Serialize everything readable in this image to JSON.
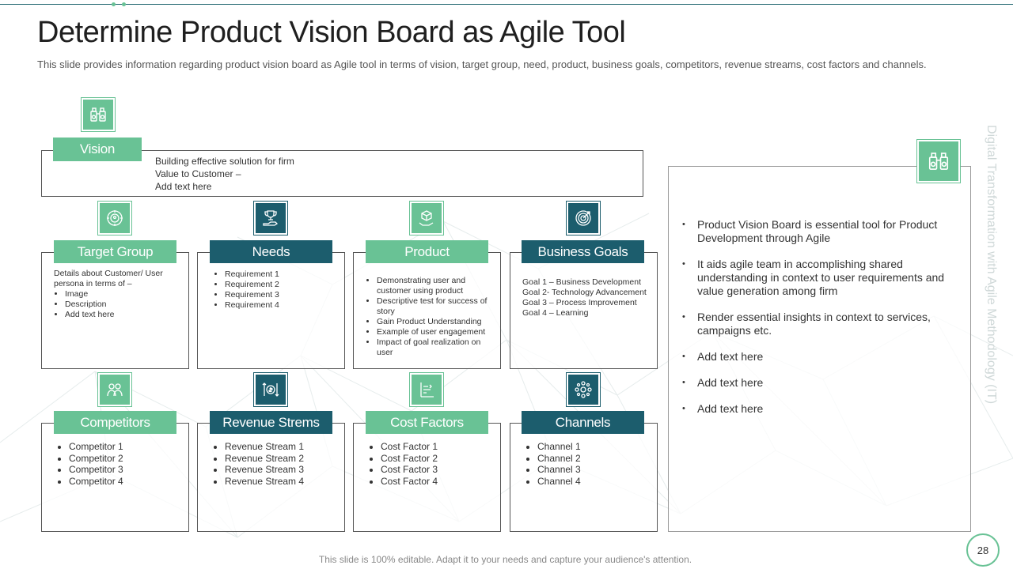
{
  "title": "Determine Product Vision Board as Agile Tool",
  "subtitle": "This slide provides information regarding product vision board as Agile tool in terms of vision, target group, need, product, business goals, competitors, revenue streams, cost factors and channels.",
  "vision": {
    "label": "Vision",
    "icon": "binoculars-icon",
    "lines": [
      "Building effective  solution for firm",
      "Value to Customer –",
      "Add text here"
    ]
  },
  "row1": [
    {
      "label": "Target Group",
      "icon": "team-target-icon",
      "intro": "Details about Customer/ User persona in terms of –",
      "items": [
        "Image",
        "Description",
        "Add text here"
      ]
    },
    {
      "label": "Needs",
      "icon": "trophy-hand-icon",
      "items": [
        "Requirement 1",
        "Requirement 2",
        "Requirement 3",
        "Requirement 4"
      ]
    },
    {
      "label": "Product",
      "icon": "box-hand-icon",
      "items": [
        "Demonstrating user and customer using product",
        "Descriptive test for success of story",
        "Gain Product Understanding",
        "Example  of user engagement",
        "Impact of goal realization on user"
      ]
    },
    {
      "label": "Business Goals",
      "icon": "target-icon",
      "lines": [
        "Goal 1 – Business Development",
        "Goal 2- Technology Advancement",
        "Goal 3 – Process Improvement",
        "Goal 4 – Learning"
      ]
    }
  ],
  "row2": [
    {
      "label": "Competitors",
      "icon": "competitors-icon",
      "items": [
        "Competitor 1",
        "Competitor 2",
        "Competitor 3",
        "Competitor 4"
      ]
    },
    {
      "label": "Revenue Strems",
      "icon": "revenue-icon",
      "items": [
        "Revenue Stream 1",
        "Revenue Stream 2",
        "Revenue Stream 3",
        "Revenue Stream 4"
      ]
    },
    {
      "label": "Cost Factors",
      "icon": "cost-factors-icon",
      "items": [
        "Cost Factor 1",
        "Cost Factor 2",
        "Cost Factor 3",
        "Cost Factor 4"
      ]
    },
    {
      "label": "Channels",
      "icon": "network-icon",
      "items": [
        "Channel 1",
        "Channel 2",
        "Channel 3",
        "Channel 4"
      ]
    }
  ],
  "right_panel": {
    "icon": "binoculars-icon",
    "items": [
      "Product Vision Board is essential tool for Product Development through Agile",
      "It aids agile team in accomplishing shared understanding in context to user requirements and value generation among firm",
      "Render essential insights in context to services, campaigns etc.",
      "Add text here",
      "Add text here",
      "Add text here"
    ]
  },
  "side_title": "Digital Transformation with Agile Methodology (IT)",
  "page_number": "28",
  "footer": "This slide is 100% editable. Adapt it to your needs and capture your audience's attention.",
  "colors": {
    "green": "#69c295",
    "teal": "#1c5d6d",
    "rule": "#2c6e77"
  }
}
